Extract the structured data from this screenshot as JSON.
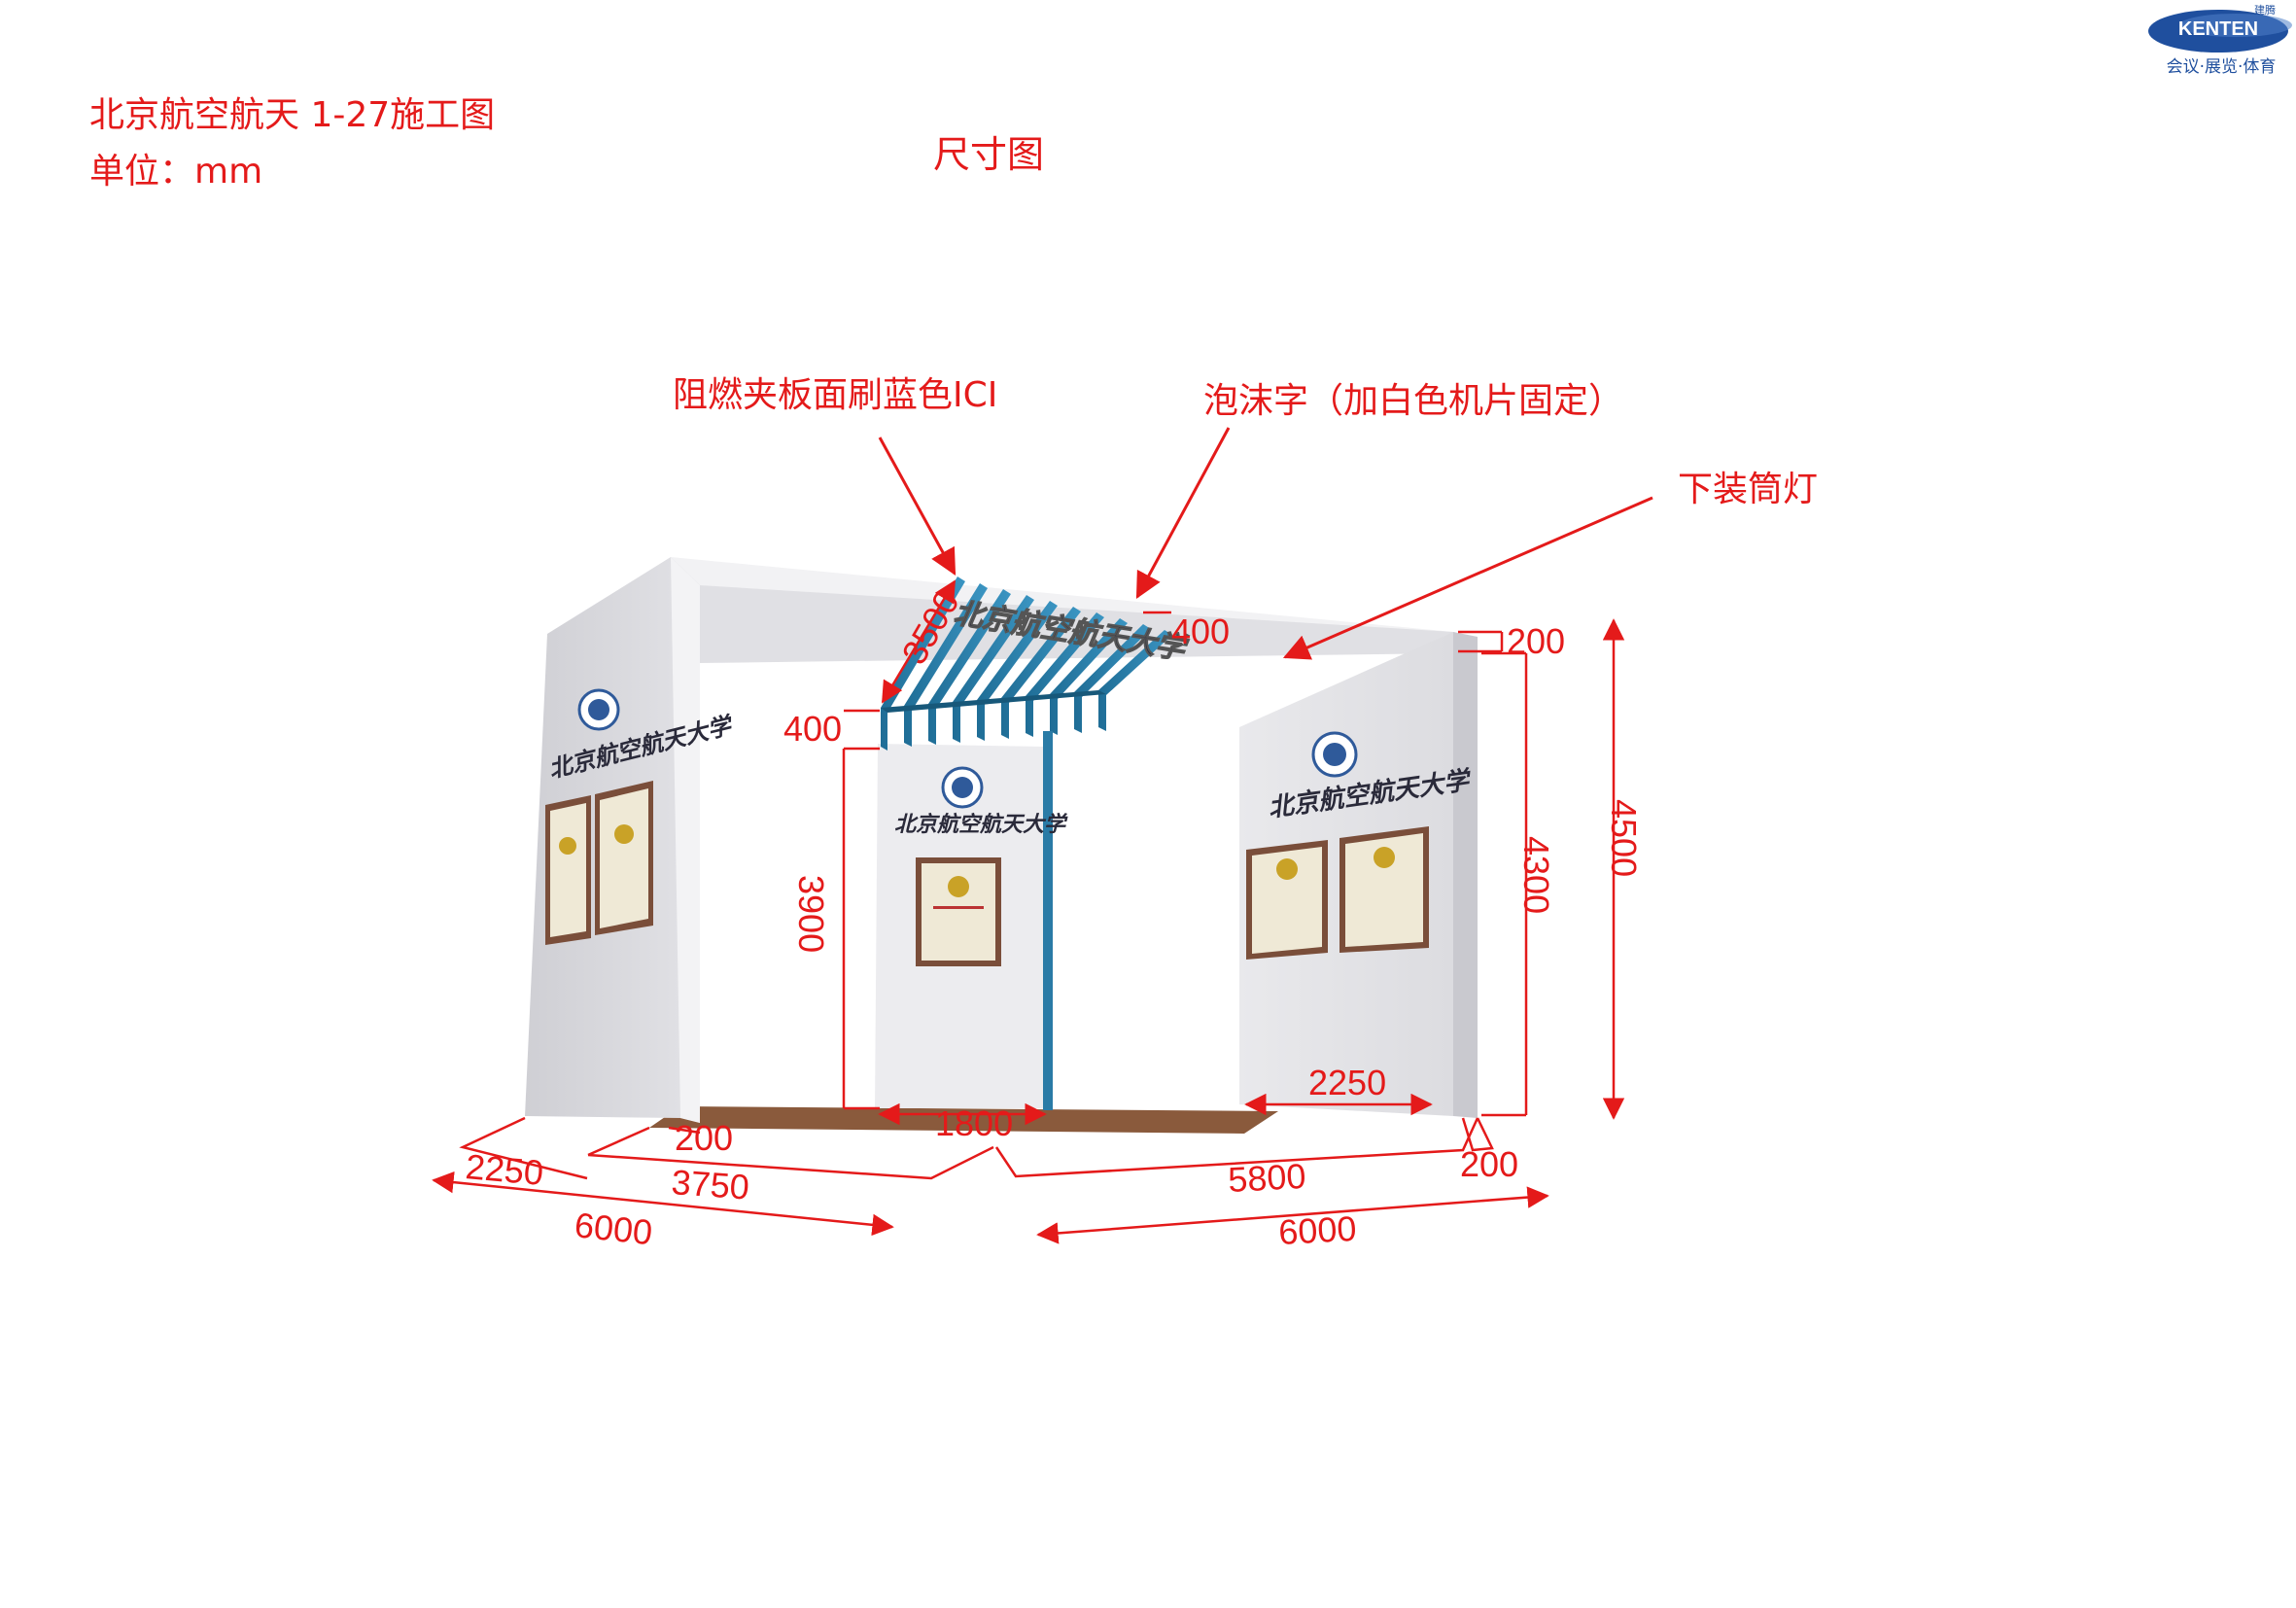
{
  "header": {
    "title": "北京航空航天 1-27施工图",
    "unit": "单位：mm",
    "drawing_type": "尺寸图"
  },
  "logo": {
    "brand": "KENTEN",
    "tagline": "会议·展览·体育",
    "mark": "建腾"
  },
  "callouts": {
    "panel_material": "阻燃夹板面刷蓝色ICI",
    "foam_letters": "泡沫字（加白色机片固定）",
    "downlight": "下装筒灯"
  },
  "signage": {
    "university_name": "北京航空航天大学"
  },
  "dimensions": {
    "panel_slant": "3500",
    "panel_top_right": "400",
    "panel_top_left": "400",
    "column_height": "3900",
    "beam_depth": "200",
    "right_wall_height": "4300",
    "total_height": "4500",
    "right_panel_width": "2250",
    "center_floor": "1800",
    "left_depth": "2250",
    "left_wall_thickness": "200",
    "left_run": "3750",
    "left_total": "6000",
    "right_run": "5800",
    "right_wall_thickness": "200",
    "right_total": "6000"
  },
  "colors": {
    "annotation": "#e41a1a",
    "panel_blue": "#2a7ba6",
    "wall": "#e6e6e8",
    "floor": "#8a5a3c",
    "logo_blue": "#1f4f9e"
  }
}
